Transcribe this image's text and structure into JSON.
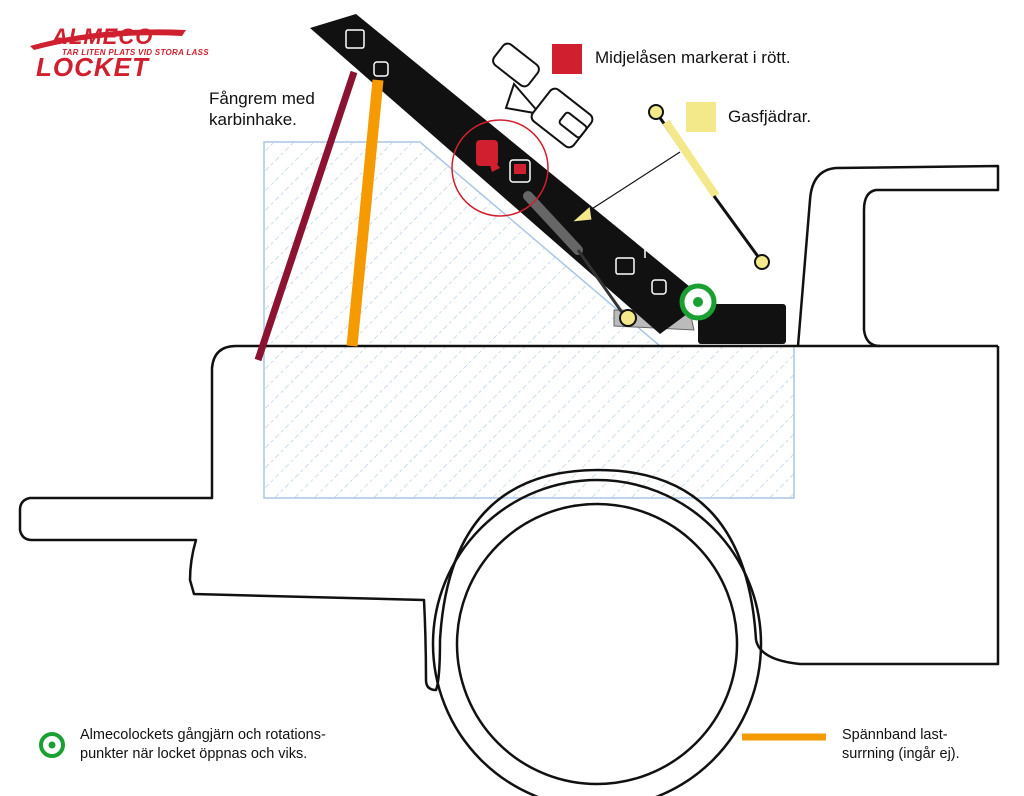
{
  "logo": {
    "line1": "ALMECO",
    "tagline": "TAR LITEN PLATS VID STORA LASS",
    "line2": "LOCKET"
  },
  "labels": {
    "strap": "Fångrem med",
    "strap_line2": "karbinhake.",
    "midlock": "Midjelåsen markerat i rött.",
    "gas_springs": "Gasfjädrar."
  },
  "legend": {
    "hinge_line1": "Almecolockets gångjärn och rotations-",
    "hinge_line2": "punkter när locket öppnas och viks.",
    "ratchet_line1": "Spännband last-",
    "ratchet_line2": "surrning (ingår ej)."
  },
  "colors": {
    "brand_red": "#d0202f",
    "strap_maroon": "#8b1230",
    "ratchet_orange": "#f59a00",
    "gas_spring_yellow": "#f3e98a",
    "hinge_green": "#1aa032",
    "cargo_hatch_blue": "#a9c6e6",
    "lid_black": "#111111"
  }
}
